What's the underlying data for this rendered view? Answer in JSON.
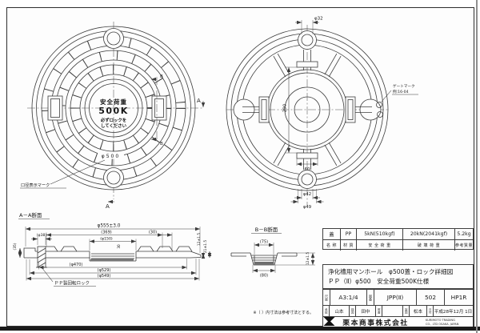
{
  "drawing": {
    "note": "※（ ）内寸法は参考寸法とする。",
    "front": {
      "safety_label": "安全荷重",
      "safety_value": "500K",
      "lock_warning_1": "必ずロックを",
      "lock_warning_2": "してください",
      "bore_text": "φ500",
      "bore_mark_label": "口径表示マーク",
      "section_a": "A",
      "section_b": "B"
    },
    "back": {
      "dim_phi32": "φ32",
      "dim_phi42": "φ42",
      "dim_phi49": "φ49",
      "dim_height": "290",
      "dim_width": "60",
      "gate_mark_line1": "ゲートマーク",
      "gate_mark_line2": "例:16-04"
    },
    "aa": {
      "caption": "A－A断面",
      "dim_outer": "φ555±3.0",
      "dim_369": "(369)",
      "dim_30r": "(30)",
      "dim_lock": "(φ38)",
      "dim_recess": "(φ150)",
      "dim_470": "(φ470)",
      "dim_529": "(φ529)",
      "dim_549": "(φ549)",
      "dim_t12": "12±1.5",
      "dim_t21": "21±1.5",
      "dim_h35": "(35)",
      "dim_d30": "30",
      "lock_label": "ＰＰ製回転ロック"
    },
    "bb": {
      "caption": "B－B断面",
      "dim_75": "(75)",
      "dim_80": "(80)",
      "dim_t12": "12±1.5"
    }
  },
  "title_block": {
    "spec": {
      "values": [
        "蓋",
        "PP",
        "5kN(510kgf)",
        "20kN(2041kgf)",
        "5.2kg"
      ],
      "headers": [
        "名 称",
        "材 質",
        "安 全 荷 重",
        "破 壊 荷 重",
        "参考質量"
      ]
    },
    "title_line1": "浄化槽用マンホール　φ500蓋・ロック詳細図",
    "title_line2": "ＰＰ（Ⅱ）φ500　安全荷重500K仕様",
    "scale_label": "尺度",
    "scale_value": "A3:1/4",
    "dwgno_label": "図番",
    "dwgno_value": "JPP(Ⅱ)",
    "dwgno_code": "502",
    "dwgno_rev": "HP1R",
    "approvals": {
      "a1_label": "承認",
      "a1_name": "山本",
      "a2_label": "検図",
      "a2_name": "田中",
      "a3_label": "照査",
      "a3_name": "",
      "a4_label": "製図",
      "a4_name": "松本",
      "date_label": "日付",
      "date": "平成28年12月 1日"
    },
    "company_name": "栗本商事株式会社",
    "company_en1": "KURIMOTO TRADING",
    "company_en2": "CO., LTD OSAKA, JAPAN"
  }
}
